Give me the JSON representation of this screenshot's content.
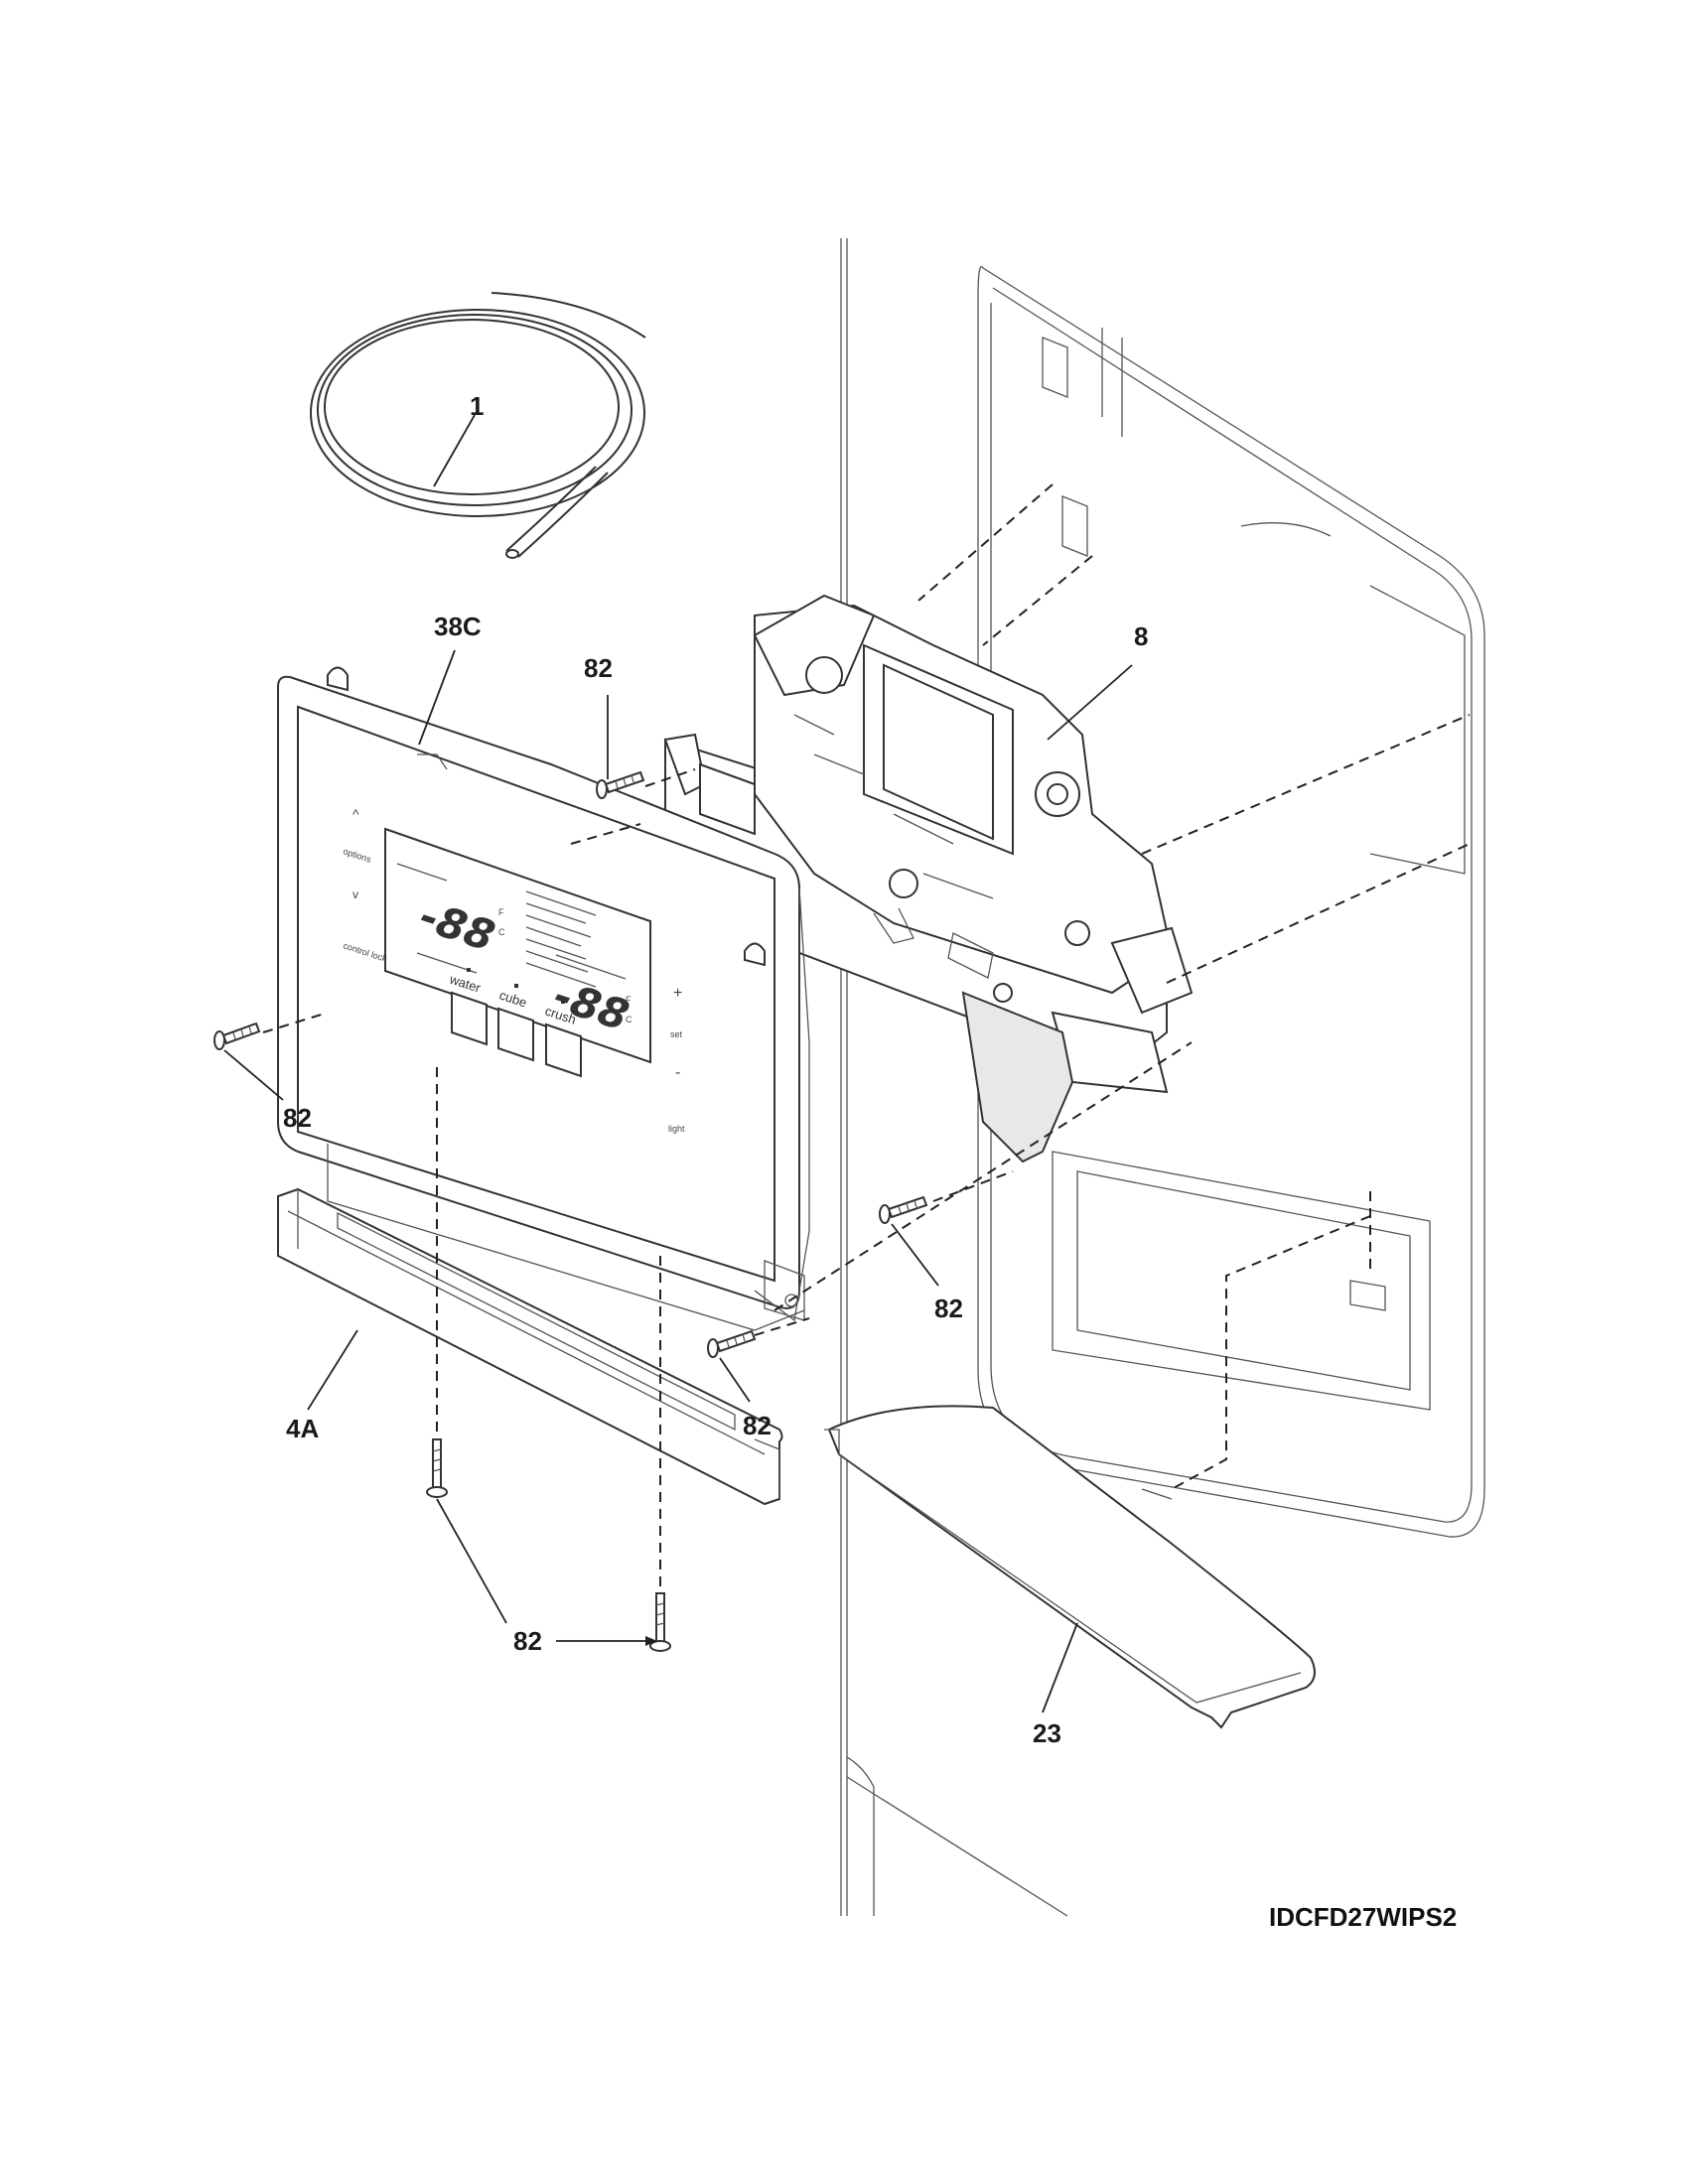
{
  "labels": {
    "tubing": "1",
    "control_panel": "38C",
    "dispenser_assembly": "8",
    "screw_a": "82",
    "screw_b": "82",
    "screw_c": "82",
    "screw_d": "82",
    "screw_e": "82",
    "trim": "4A",
    "drip_tray": "23"
  },
  "model_code": "IDCFD27WIPS2",
  "panel": {
    "up_arrow": "^",
    "down_arrow": "v",
    "options": "options",
    "control_lock": "control lock",
    "plus": "+",
    "minus": "-",
    "set": "set",
    "light": "light",
    "freezer_temp_display": "-88",
    "fridge_temp_display": "-88",
    "unit_f": "F",
    "unit_c": "C",
    "water": "water",
    "cube": "cube",
    "crush": "crush"
  }
}
